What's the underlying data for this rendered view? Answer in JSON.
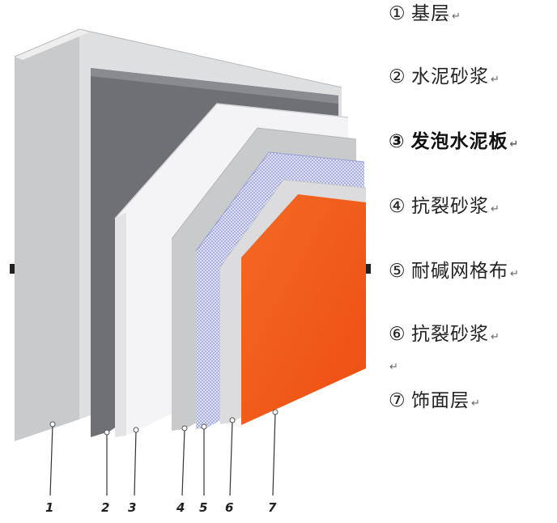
{
  "legend": [
    {
      "marker": "①",
      "text": "基层",
      "ret": "↵"
    },
    {
      "marker": "②",
      "text": "水泥砂浆",
      "ret": "↵"
    },
    {
      "marker": "③",
      "text": "发泡水泥板",
      "ret": "↵"
    },
    {
      "marker": "④",
      "text": "抗裂砂浆",
      "ret": "↵"
    },
    {
      "marker": "⑤",
      "text": "耐碱网格布",
      "ret": "↵"
    },
    {
      "marker": "⑥",
      "text": "抗裂砂浆",
      "ret": "↵"
    },
    {
      "marker": "⑦",
      "text": "饰面层",
      "ret": "↵"
    }
  ],
  "stray_return": "↵",
  "callout_numbers": [
    "1",
    "2",
    "3",
    "4",
    "5",
    "6",
    "7"
  ],
  "colors": {
    "base_layer": "#d9dadc",
    "cement_mortar": "#6e6f74",
    "foam_board": "#f4f4f6",
    "crack_mortar": "#c9cacc",
    "mesh": "#dcdff5",
    "finish": "#f0561a"
  }
}
